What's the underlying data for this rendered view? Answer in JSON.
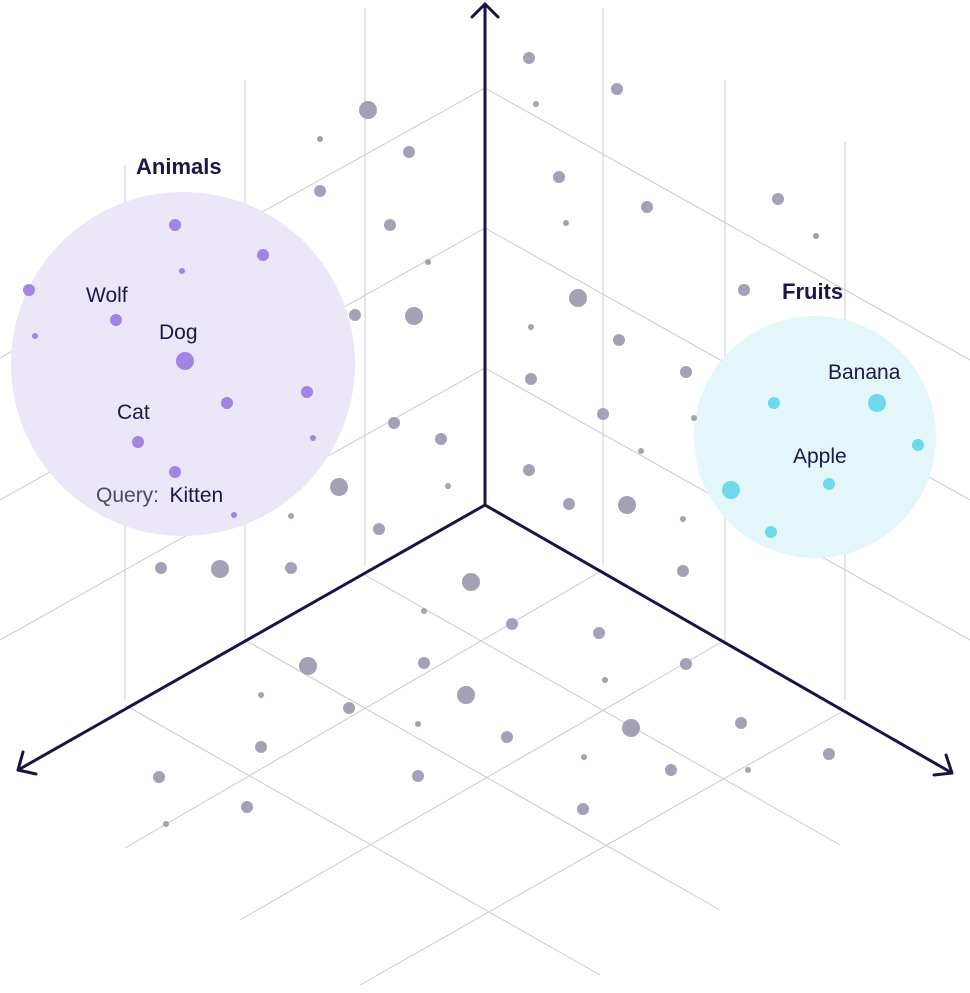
{
  "colors": {
    "axis": "#1a1446",
    "grid": "#c9c9d3",
    "point": "#a3a1b5",
    "animals_fill": "#ebe6f8",
    "animals_point": "#a184e3",
    "fruits_fill": "#e3f6fa",
    "fruits_point": "#6ed9ea",
    "text": "#1c1748"
  },
  "clusters": {
    "animals": {
      "title": "Animals"
    },
    "fruits": {
      "title": "Fruits"
    }
  },
  "labels": {
    "wolf": "Wolf",
    "dog": "Dog",
    "cat": "Cat",
    "query_prefix": "Query:",
    "query_term": "Kitten",
    "banana": "Banana",
    "apple": "Apple"
  }
}
